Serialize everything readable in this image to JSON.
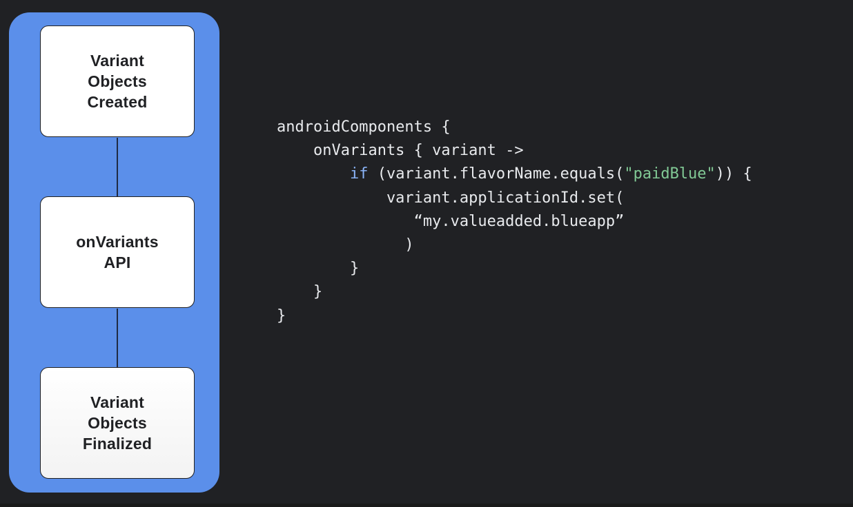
{
  "diagram": {
    "stages": [
      {
        "label": "Variant\nObjects\nCreated"
      },
      {
        "label": "onVariants\nAPI"
      },
      {
        "label": "Variant\nObjects\nFinalized"
      }
    ]
  },
  "code": {
    "line1": "androidComponents {",
    "line2": "    onVariants { variant ->",
    "line3_indent": "        ",
    "line3_keyword": "if",
    "line3_pre": " (variant.flavorName.equals(",
    "line3_string": "\"paidBlue\"",
    "line3_post": ")) {",
    "line4": "            variant.applicationId.set(",
    "line5": "               “my.valueadded.blueapp”",
    "line6": "              )",
    "line7": "        }",
    "line8": "    }",
    "line9": "}"
  },
  "colors": {
    "background": "#202124",
    "pipeline": "#5b8fea",
    "keyword": "#8ab4f8",
    "string": "#81c995",
    "code_text": "#e8eaed"
  }
}
